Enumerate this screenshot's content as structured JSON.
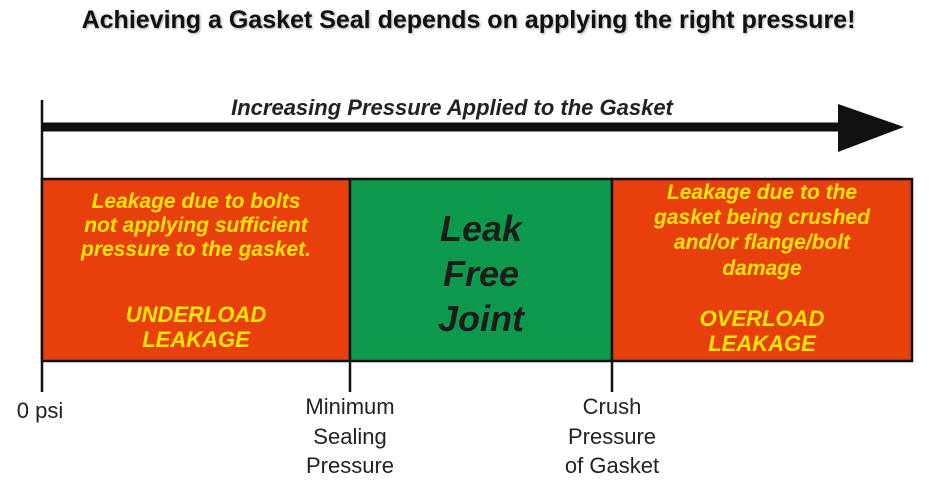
{
  "title": "Achieving a Gasket Seal depends on applying the right pressure!",
  "arrow": {
    "label": "Increasing Pressure Applied to the Gasket"
  },
  "zones": {
    "underload": {
      "description_lines": [
        "Leakage due to bolts",
        "not applying sufficient",
        "pressure to the gasket."
      ],
      "label_lines": [
        "UNDERLOAD",
        "LEAKAGE"
      ],
      "color": "#e8400c"
    },
    "leak_free": {
      "label_lines": [
        "Leak",
        "Free",
        "Joint"
      ],
      "color": "#0d9a4c"
    },
    "overload": {
      "description_lines": [
        "Leakage due to the",
        "gasket being crushed",
        "and/or flange/bolt",
        "damage"
      ],
      "label_lines": [
        "OVERLOAD",
        "LEAKAGE"
      ],
      "color": "#e8400c"
    }
  },
  "ticks": {
    "zero": [
      "0 psi"
    ],
    "min_sealing": [
      "Minimum",
      "Sealing",
      "Pressure"
    ],
    "crush": [
      "Crush",
      "Pressure",
      "of Gasket"
    ]
  },
  "colors": {
    "text_highlight": "#ffe600",
    "line": "#111111"
  }
}
